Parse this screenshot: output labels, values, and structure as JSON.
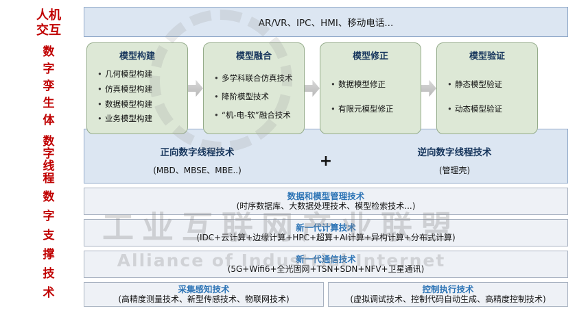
{
  "sidebar": {
    "labels": [
      {
        "text": "人机交互"
      },
      {
        "text": "数字孪生体"
      },
      {
        "text": "数字线程"
      },
      {
        "text": "数字支撑技术"
      }
    ]
  },
  "top_bar": {
    "text": "AR/VR、IPC、HMI、移动电话..."
  },
  "model_boxes": [
    {
      "title": "模型构建",
      "items": [
        "几何模型构建",
        "仿真模型构建",
        "数据模型构建",
        "业务模型构建"
      ]
    },
    {
      "title": "模型融合",
      "items": [
        "多学科联合仿真技术",
        "降阶模型技术",
        "“机-电-软”融合技术"
      ]
    },
    {
      "title": "模型修正",
      "items": [
        "数据模型修正",
        "有限元模型修正"
      ]
    },
    {
      "title": "模型验证",
      "items": [
        "静态模型验证",
        "动态模型验证"
      ]
    }
  ],
  "thread_band": {
    "forward_title": "正向数字线程技术",
    "forward_subtitle": "(MBD、MBSE、MBE..)",
    "plus": "+",
    "reverse_title": "逆向数字线程技术",
    "reverse_subtitle": "(管理壳)"
  },
  "support_rows": [
    {
      "title": "数据和模型管理技术",
      "detail": "(时序数据库、大数据处理技术、模型检索技术...)"
    },
    {
      "title": "新一代计算技术",
      "detail": "(IDC+云计算+边缘计算+HPC+超算+AI计算+异构计算+分布式计算)"
    },
    {
      "title": "新一代通信技术",
      "detail": "(5G+Wifi6+全光固网+TSN+SDN+NFV+卫星通讯)"
    }
  ],
  "bottom_boxes": [
    {
      "title": "采集感知技术",
      "detail": "(高精度测量技术、新型传感技术、物联网技术)"
    },
    {
      "title": "控制执行技术",
      "detail": "(虚拟调试技术、控制代码自动生成、高精度控制技术)"
    }
  ],
  "watermark": {
    "line1": "工业互联网产业联盟",
    "line2": "Alliance of Industrial Internet"
  },
  "colors": {
    "accent_red": "#c00000",
    "band_blue": "#dce6f2",
    "box_green": "#dde8d6",
    "title_navy": "#17365d",
    "row_title_blue": "#2e75b6"
  }
}
